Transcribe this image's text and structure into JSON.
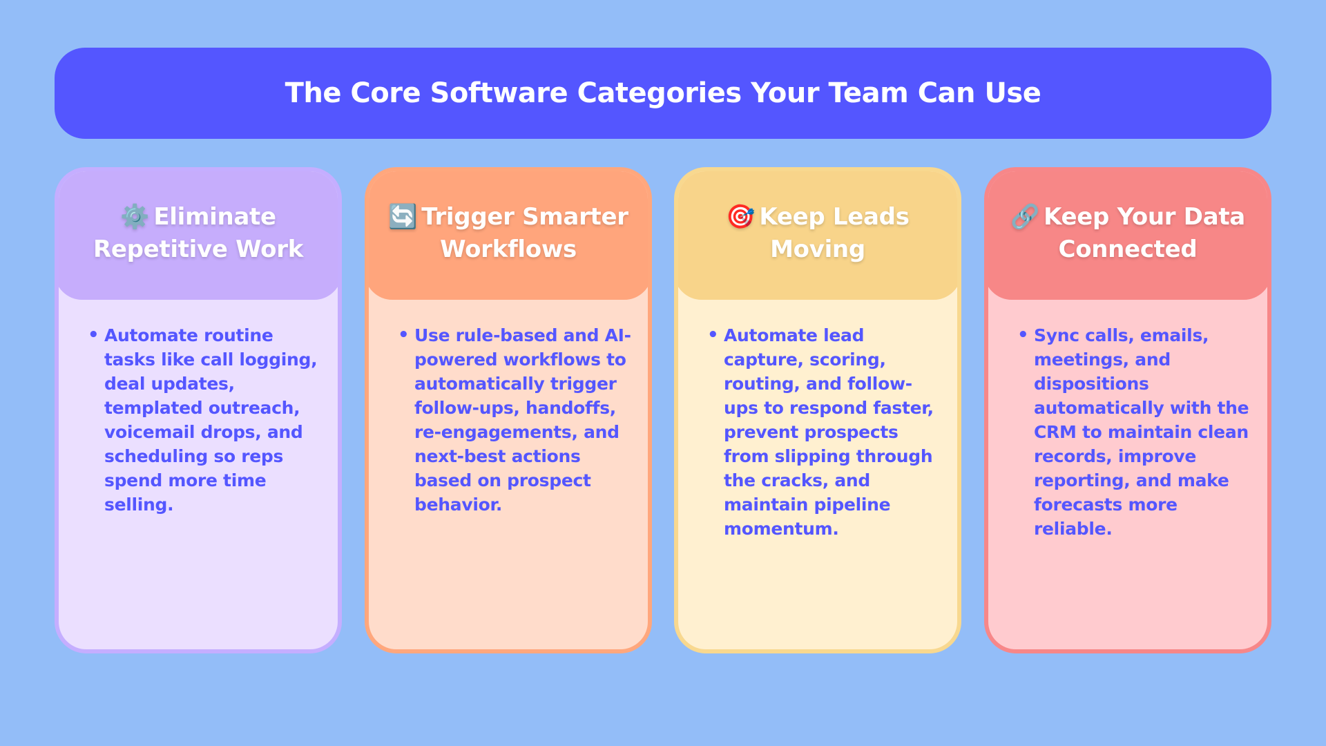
{
  "banner": {
    "title": "The Core Software Categories Your Team Can Use",
    "color": "#5456ff"
  },
  "background_color": "#93bdf8",
  "cards": [
    {
      "icon": "⚙️",
      "icon_name": "gear-icon",
      "title": "Eliminate Repetitive Work",
      "bullet": "Automate routine tasks like call logging, deal updates, templated outreach, voicemail drops, and scheduling so reps spend more time selling.",
      "header_color": "#c6adfc",
      "body_color": "#ebdfff"
    },
    {
      "icon": "🔄",
      "icon_name": "refresh-arrows-icon",
      "title": "Trigger Smarter Workflows",
      "bullet": "Use rule-based and AI-powered workflows to automatically trigger follow-ups, handoffs, re-engagements, and next-best actions based on prospect behavior.",
      "header_color": "#ffa57c",
      "body_color": "#ffdccb"
    },
    {
      "icon": "🎯",
      "icon_name": "target-icon",
      "title": "Keep Leads Moving",
      "bullet": "Automate lead capture, scoring, routing, and follow-ups to respond faster, prevent prospects from slipping through the cracks, and maintain pipeline momentum.",
      "header_color": "#f8d48a",
      "body_color": "#fff0d0"
    },
    {
      "icon": "🔗",
      "icon_name": "link-icon",
      "title": "Keep Your Data Connected",
      "bullet": "Sync calls, emails, meetings, and dispositions automatically with the CRM to maintain clean records, improve reporting, and make forecasts more reliable.",
      "header_color": "#f78787",
      "body_color": "#ffcbcf"
    }
  ],
  "bullet_symbol": "•"
}
